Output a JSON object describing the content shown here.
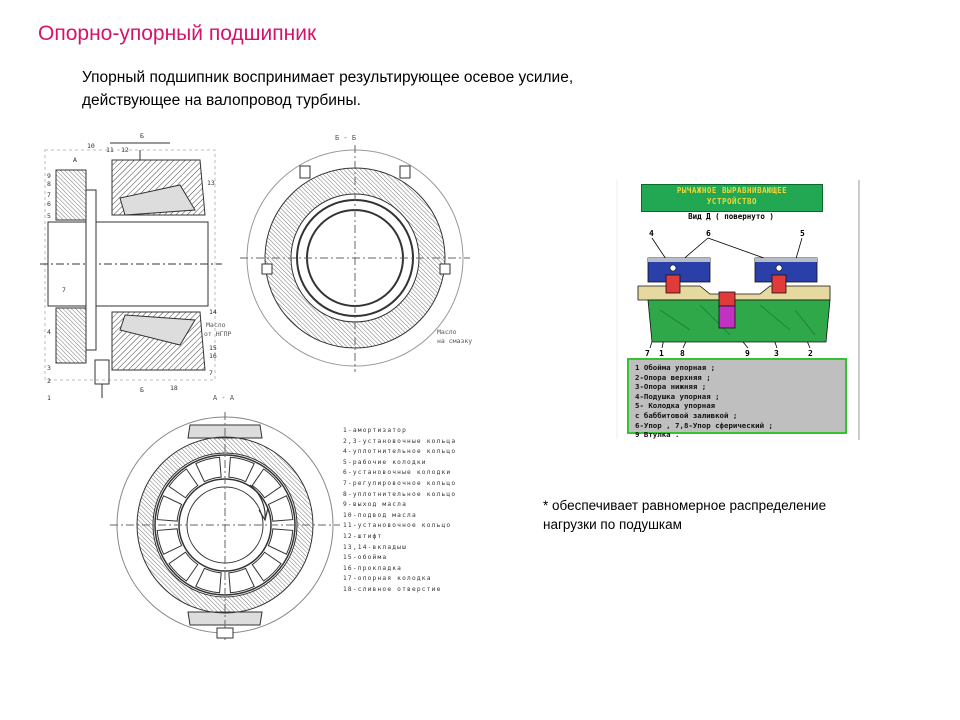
{
  "slide": {
    "title": "Опорно-упорный подшипник",
    "intro_line1": "Упорный подшипник воспринимает результирующее осевое усилие,",
    "intro_line2": "действующее на валопровод турбины.",
    "note_line1": "* обеспечивает равномерное распределение",
    "note_line2": "нагрузки по подушкам"
  },
  "drawing": {
    "section_bb": "Б - Б",
    "section_aa": "А - А",
    "oil_label_1": "Масло",
    "oil_label_2": "от НГПР",
    "oil_label_3": "Масло",
    "oil_label_4": "на смазку",
    "legend": [
      "1-амортизатор",
      "2,3-установочные кольца",
      "4-уплотнительное кольцо",
      "5-рабочие колодки",
      "6-установочные колодки",
      "7-регулировочное кольцо",
      "8-уплотнительное кольцо",
      "9-выход масла",
      "10-подвод масла",
      "11-установочное кольцо",
      "12-штифт",
      "13,14-вкладыш",
      "15-обойма",
      "16-прокладка",
      "17-опорная колодка",
      "18-сливное отверстие"
    ]
  },
  "panel": {
    "title_line1": "РЫЧАЖНОЕ ВЫРАВНИВАЮЩЕЕ",
    "title_line2": "УСТРОЙСТВО",
    "view_label": "Вид Д ( повернуто )",
    "legend": [
      "1 Обойма упорная ;",
      "2-Опора верхняя  ;",
      "3-Опора нижняя  ;",
      "4-Подушка упорная ;",
      "5- Колодка упорная",
      "     с баббитовой заливкой ;",
      "6-Упор , 7,8-Упор сферический ;",
      "9 Втулка ."
    ],
    "colors": {
      "title_bg": "#22a852",
      "title_text": "#f0d83a",
      "blue": "#2a3fa8",
      "green": "#2fa84a",
      "red": "#e03a3a",
      "magenta": "#c232c2",
      "tan": "#e6d9a0",
      "legend_bg": "#bfbfbf"
    }
  }
}
